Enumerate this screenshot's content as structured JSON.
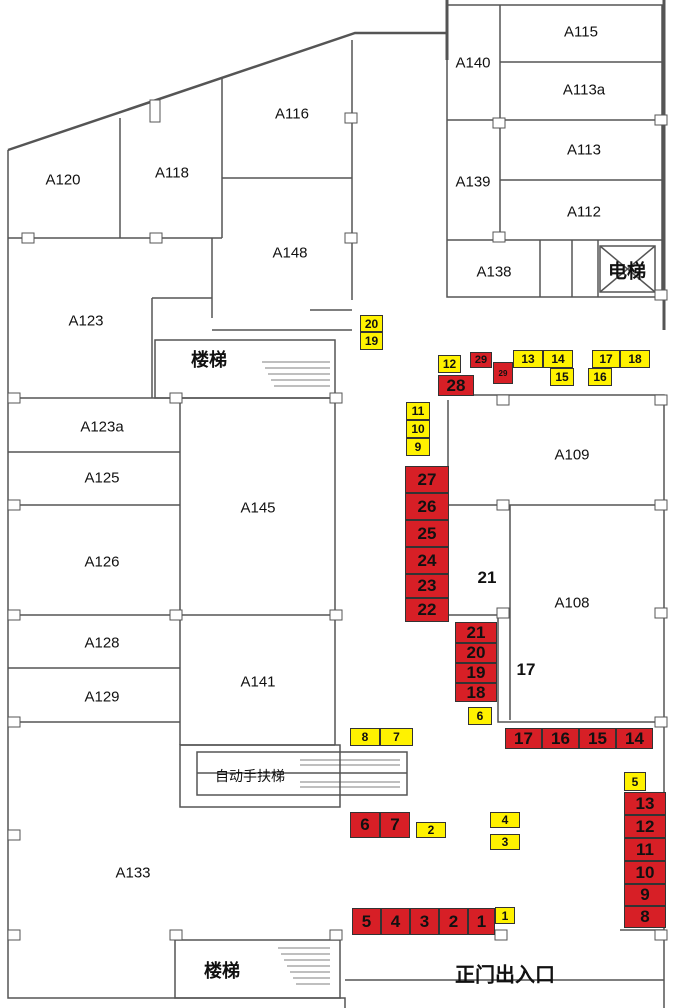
{
  "colors": {
    "booth_red": "#d71f26",
    "booth_yellow": "#fff200",
    "wall": "#555555"
  },
  "rooms": {
    "A115": "A115",
    "A140": "A140",
    "A113a": "A113a",
    "A113": "A113",
    "A139": "A139",
    "A112": "A112",
    "A138": "A138",
    "A120": "A120",
    "A118": "A118",
    "A116": "A116",
    "A148": "A148",
    "A123": "A123",
    "A123a": "A123a",
    "A125": "A125",
    "A145": "A145",
    "A126": "A126",
    "A128": "A128",
    "A141": "A141",
    "A129": "A129",
    "A133": "A133",
    "A109": "A109",
    "A108": "A108"
  },
  "labels": {
    "elevator": "电梯",
    "stairs_top": "楼梯",
    "stairs_bottom": "楼梯",
    "escalator": "自动手扶梯",
    "main_entrance": "正门出入口",
    "zone_21": "21",
    "zone_17": "17"
  },
  "booths": {
    "r27": "27",
    "r26": "26",
    "r25": "25",
    "r24": "24",
    "r23": "23",
    "r22": "22",
    "r21": "21",
    "r20": "20",
    "r19": "19",
    "r18": "18",
    "r17": "17",
    "r16": "16",
    "r15": "15",
    "r14": "14",
    "r13": "13",
    "r12": "12",
    "r11": "11",
    "r10": "10",
    "r9": "9",
    "r8": "8",
    "r7": "7",
    "r6": "6",
    "r5": "5",
    "r4": "4",
    "r3": "3",
    "r2": "2",
    "r1": "1",
    "r28": "28",
    "r29": "29",
    "r29b": "29",
    "y20": "20",
    "y19": "19",
    "y12": "12",
    "y13": "13",
    "y14": "14",
    "y15": "15",
    "y17": "17",
    "y18": "18",
    "y16": "16",
    "y11": "11",
    "y10": "10",
    "y9": "9",
    "y8": "8",
    "y7": "7",
    "y6": "6",
    "y5": "5",
    "y4": "4",
    "y3": "3",
    "y2": "2",
    "y1": "1"
  }
}
